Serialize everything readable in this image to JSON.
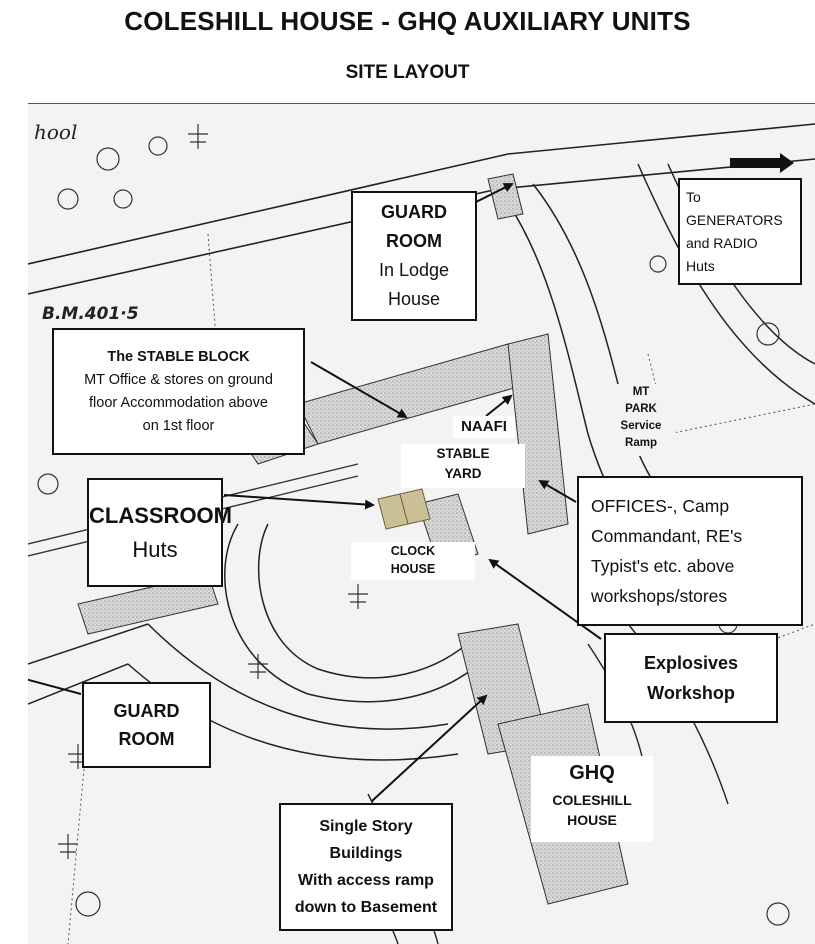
{
  "header": {
    "title": "COLESHILL HOUSE - GHQ AUXILIARY UNITS",
    "subtitle": "SITE LAYOUT"
  },
  "map_text": {
    "school_fragment": "hool",
    "benchmark": "B.M.401·5"
  },
  "labels": {
    "guard_room_lodge": {
      "line1": "GUARD",
      "line2": "ROOM",
      "line3": "In Lodge",
      "line4": "House"
    },
    "generators": {
      "line1": "To",
      "line2": "GENERATORS",
      "line3": "and RADIO",
      "line4": "Huts"
    },
    "stable_block": {
      "line1": "The STABLE BLOCK",
      "line2": "MT Office & stores on ground",
      "line3": "floor Accommodation  above",
      "line4": "on 1st floor"
    },
    "naafi": "NAAFI",
    "mt_park": {
      "line1": "MT",
      "line2": "PARK",
      "line3": "Service",
      "line4": "Ramp"
    },
    "stable_yard": {
      "line1": "STABLE",
      "line2": "YARD"
    },
    "classroom": {
      "line1": "CLASSROOM",
      "line2": "Huts"
    },
    "clock_house": {
      "line1": "CLOCK",
      "line2": "HOUSE"
    },
    "offices": {
      "line1": "OFFICES-, Camp",
      "line2": "Commandant, RE's",
      "line3": "Typist's etc. above",
      "line4": "workshops/stores"
    },
    "explosives": {
      "line1": "Explosives",
      "line2": "Workshop"
    },
    "guard_room_west": {
      "line1": "GUARD",
      "line2": "ROOM"
    },
    "ghq": {
      "line1": "GHQ",
      "line2": "COLESHILL",
      "line3": "HOUSE"
    },
    "single_story": {
      "line1": "Single Story",
      "line2": "Buildings",
      "line3": "With access ramp",
      "line4": "down to Basement"
    }
  },
  "colors": {
    "building_hatch": "#cfcfcf",
    "classroom_huts": "#cbbf94",
    "ink": "#111111"
  }
}
